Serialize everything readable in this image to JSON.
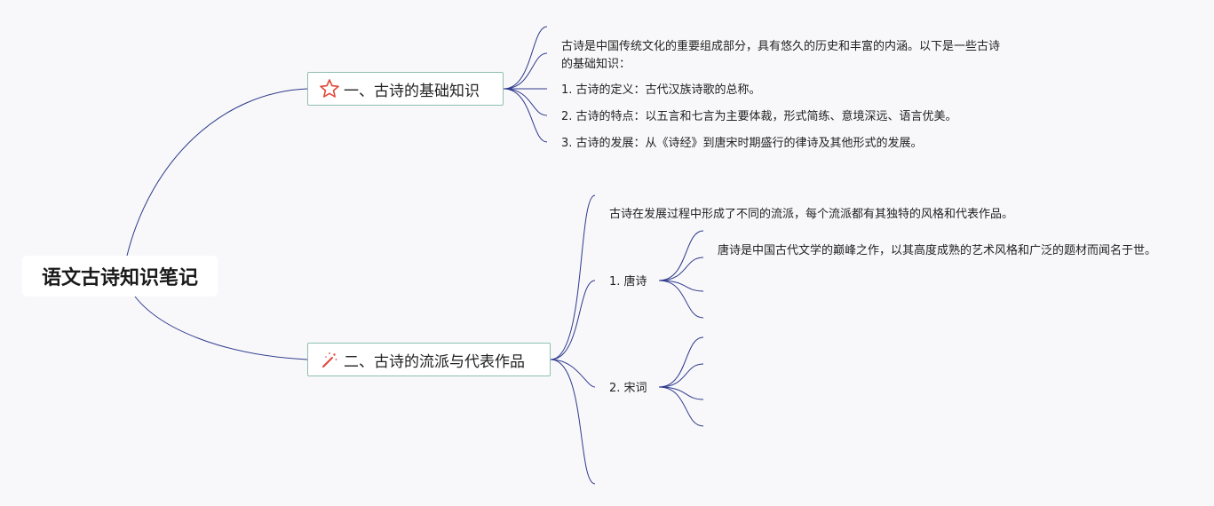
{
  "root": {
    "label": "语文古诗知识笔记"
  },
  "branches": [
    {
      "icon": "star-icon",
      "label": "一、古诗的基础知识",
      "items": [
        {
          "text": "古诗是中国传统文化的重要组成部分，具有悠久的历史和丰富的内涵。以下是一些古诗的基础知识："
        },
        {
          "text": "1. 古诗的定义：古代汉族诗歌的总称。"
        },
        {
          "text": "2. 古诗的特点：以五言和七言为主要体裁，形式简练、意境深远、语言优美。"
        },
        {
          "text": "3. 古诗的发展：从《诗经》到唐宋时期盛行的律诗及其他形式的发展。"
        }
      ]
    },
    {
      "icon": "magic-wand-icon",
      "label": "二、古诗的流派与代表作品",
      "items": [
        {
          "text": "古诗在发展过程中形成了不同的流派，每个流派都有其独特的风格和代表作品。"
        },
        {
          "text": "1. 唐诗",
          "children": [
            {
              "text": "唐诗是中国古代文学的巅峰之作，以其高度成熟的艺术风格和广泛的题材而闻名于世。"
            }
          ]
        },
        {
          "text": "2. 宋词",
          "children": []
        }
      ]
    }
  ],
  "colors": {
    "connector": "#2e3a8c",
    "branch_border": "#8fbfae",
    "star": "#e0463a",
    "wand": "#e0463a"
  }
}
